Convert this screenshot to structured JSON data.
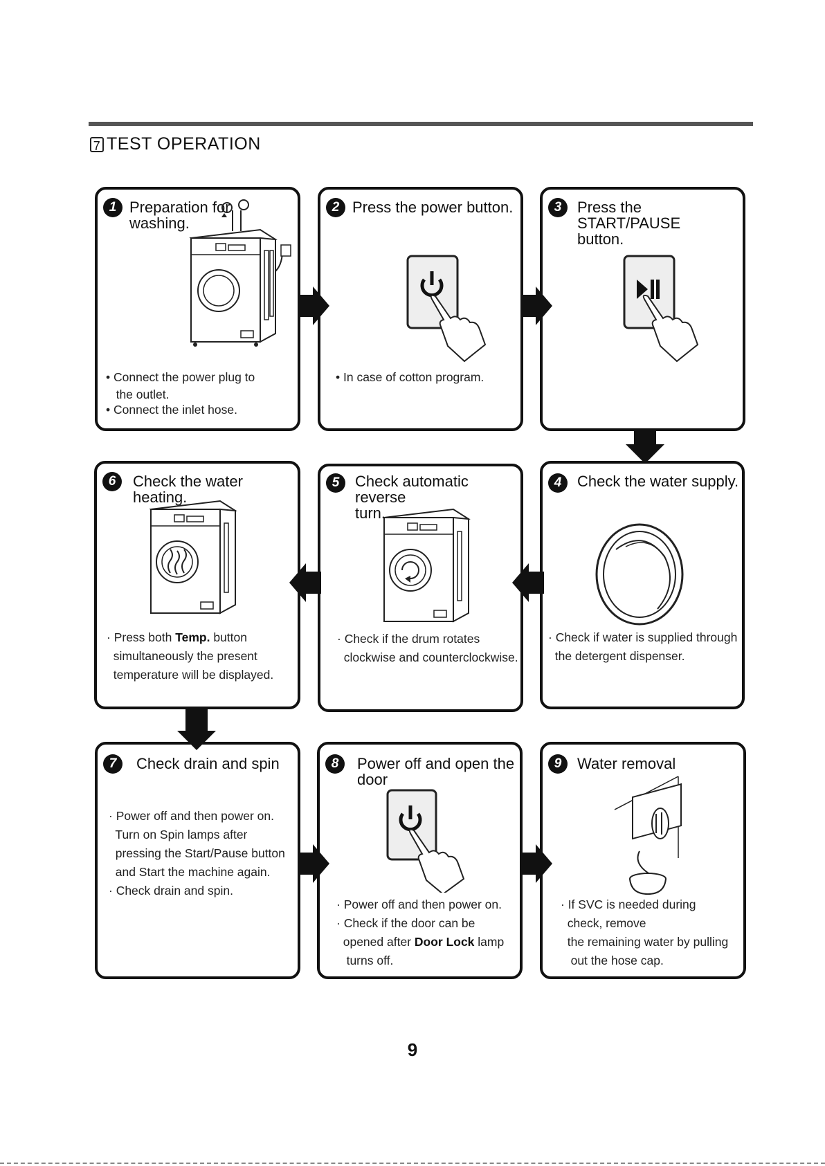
{
  "header": {
    "number": "7",
    "title": "TEST OPERATION"
  },
  "steps": [
    {
      "num": "1",
      "title": "Preparation for\nwashing.",
      "icon": "washer-with-hoses-and-plug",
      "bullets": [
        "• Connect the power plug to",
        "   the outlet.",
        "• Connect the inlet hose."
      ]
    },
    {
      "num": "2",
      "title": "Press the power button.",
      "icon": "power-button-press",
      "bullets": [
        "• In case of cotton program."
      ]
    },
    {
      "num": "3",
      "title": "Press the START/PAUSE\nbutton.",
      "icon": "start-pause-button-press",
      "bullets": []
    },
    {
      "num": "4",
      "title": "Check the water supply.",
      "icon": "detergent-dispenser-drawer",
      "bullets": [
        "· Check if water is supplied through",
        "  the detergent dispenser."
      ]
    },
    {
      "num": "5",
      "title": "Check automatic reverse\nturn.",
      "icon": "washer-drum-rotating",
      "bullets": [
        "· Check if the drum rotates",
        "  clockwise and counterclockwise."
      ]
    },
    {
      "num": "6",
      "title": "Check the water heating.",
      "icon": "washer-water-heating",
      "bullets": [
        "· Press both |Temp.| button",
        "  simultaneously the present",
        "  temperature will be displayed."
      ]
    },
    {
      "num": "7",
      "title": "Check drain and spin",
      "icon": "",
      "bullets": [
        "· Power off and then power on.",
        "  Turn on Spin lamps after",
        "  pressing the Start/Pause button",
        "  and Start the machine again.",
        "· Check drain and spin."
      ]
    },
    {
      "num": "8",
      "title": "Power off and open the\ndoor",
      "icon": "power-button-press",
      "bullets": [
        "· Power off and  then power on.",
        "· Check if the door can be",
        "  opened after |Door Lock| lamp",
        "   turns off."
      ]
    },
    {
      "num": "9",
      "title": "Water removal",
      "icon": "drain-hose-cap-bowl",
      "bullets": [
        "· If SVC is needed during",
        "  check, remove",
        "  the remaining water by pulling",
        "   out the hose cap."
      ]
    }
  ],
  "page_number": "9"
}
